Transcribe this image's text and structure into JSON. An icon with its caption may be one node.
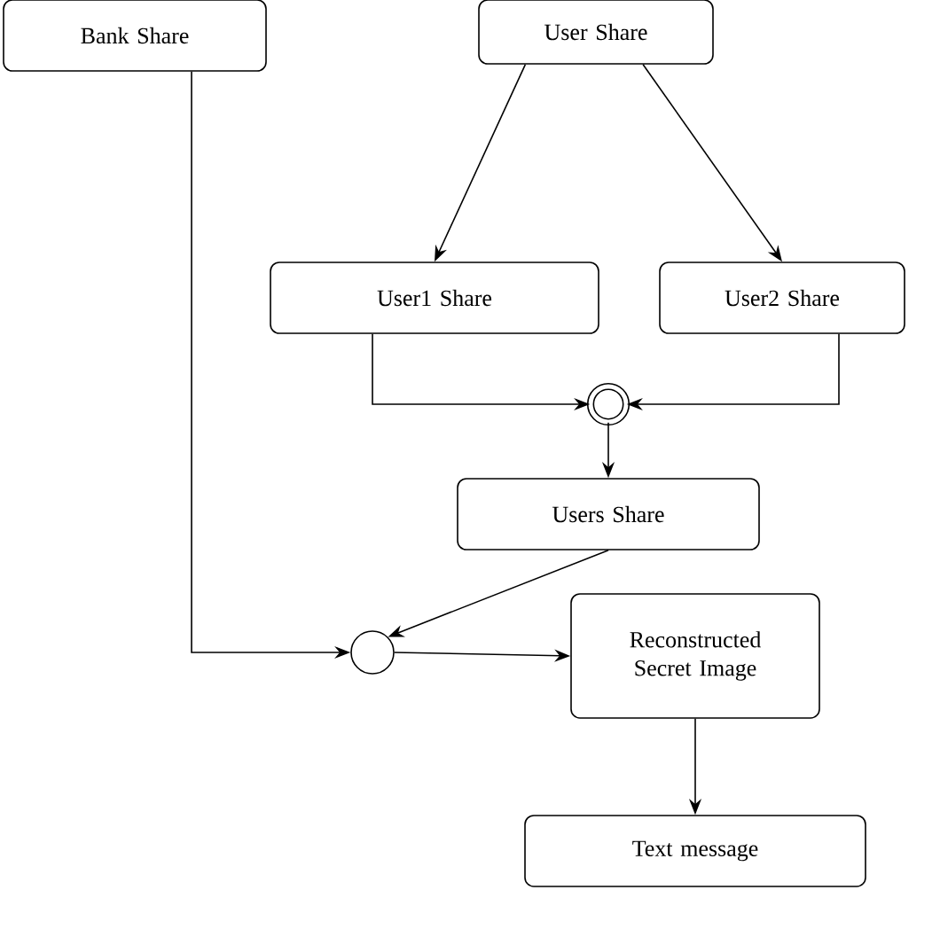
{
  "diagram": {
    "nodes": [
      {
        "text": [
          "Bank Share"
        ]
      },
      {
        "text": [
          "User Share"
        ]
      },
      {
        "text": [
          "User1 Share"
        ]
      },
      {
        "text": [
          "User2 Share"
        ]
      },
      {
        "text": [],
        "shape": "double-circle"
      },
      {
        "text": [
          "Users Share"
        ]
      },
      {
        "text": [],
        "shape": "circle"
      },
      {
        "text": [
          "Reconstructed Secret Image"
        ]
      },
      {
        "text": [
          "Text message"
        ]
      }
    ],
    "edges": [
      {
        "from": 1,
        "to": 2,
        "arrow": "to"
      },
      {
        "from": 1,
        "to": 3,
        "arrow": "to"
      },
      {
        "from": 2,
        "to": 4,
        "arrow": "to"
      },
      {
        "from": 3,
        "to": 4,
        "arrow": "to"
      },
      {
        "from": 4,
        "to": 5,
        "arrow": "to"
      },
      {
        "from": 5,
        "to": 6,
        "arrow": "to"
      },
      {
        "from": 0,
        "to": 6,
        "arrow": "to"
      },
      {
        "from": 6,
        "to": 7,
        "arrow": "to"
      },
      {
        "from": 7,
        "to": 8,
        "arrow": "to"
      }
    ]
  }
}
